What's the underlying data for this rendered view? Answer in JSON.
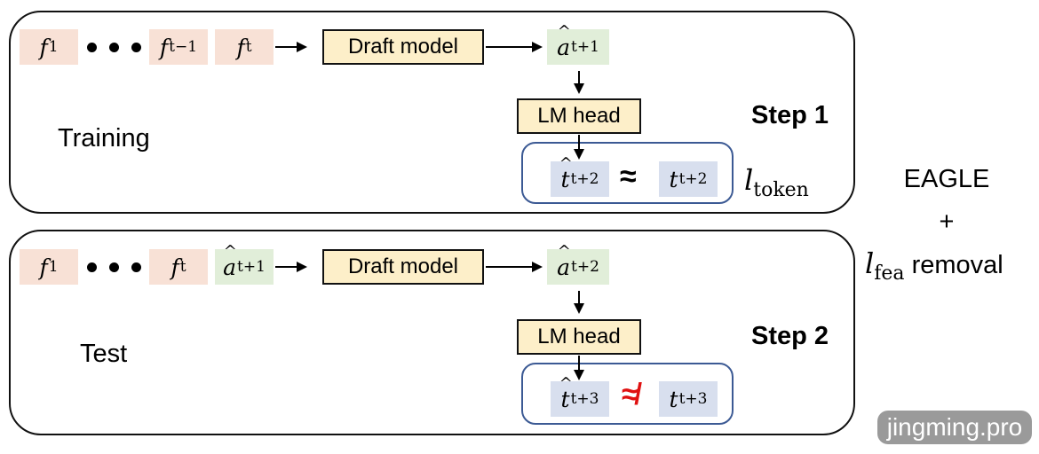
{
  "panels": [
    {
      "name": "training",
      "label": "Training",
      "step": "Step 1",
      "inputs": [
        {
          "var": "f",
          "sub": "1",
          "kind": "feature"
        },
        {
          "var": "f",
          "sub": "t−1",
          "kind": "feature"
        },
        {
          "var": "f",
          "sub": "t",
          "kind": "feature"
        }
      ],
      "model_label": "Draft model",
      "output": {
        "var": "a",
        "hat": true,
        "sub": "t+1"
      },
      "head_label": "LM head",
      "compare": {
        "left": {
          "var": "t",
          "hat": true,
          "sub": "t+2"
        },
        "relation": "≈",
        "right": {
          "var": "t",
          "sub": "t+2"
        }
      },
      "loss": {
        "var": "l",
        "sub": "token"
      }
    },
    {
      "name": "test",
      "label": "Test",
      "step": "Step 2",
      "inputs": [
        {
          "var": "f",
          "sub": "1",
          "kind": "feature"
        },
        {
          "var": "f",
          "sub": "t",
          "kind": "feature"
        },
        {
          "var": "a",
          "hat": true,
          "sub": "t+1",
          "kind": "predicted"
        }
      ],
      "model_label": "Draft model",
      "output": {
        "var": "a",
        "hat": true,
        "sub": "t+2"
      },
      "head_label": "LM head",
      "compare": {
        "left": {
          "var": "t",
          "hat": true,
          "sub": "t+3"
        },
        "relation": "≉",
        "right": {
          "var": "t",
          "sub": "t+3"
        }
      }
    }
  ],
  "side_note": {
    "line1": "EAGLE",
    "line2": "+",
    "loss": {
      "var": "l",
      "sub": "fea"
    },
    "line3": "removal"
  },
  "colors": {
    "feature_bg": "#f8e1d6",
    "predicted_bg": "#e1eed9",
    "token_bg": "#d8dfee",
    "model_bg": "#fdefc9",
    "compare_border": "#3c5a94",
    "mismatch": "#e01010"
  },
  "watermark": "jingming.pro"
}
